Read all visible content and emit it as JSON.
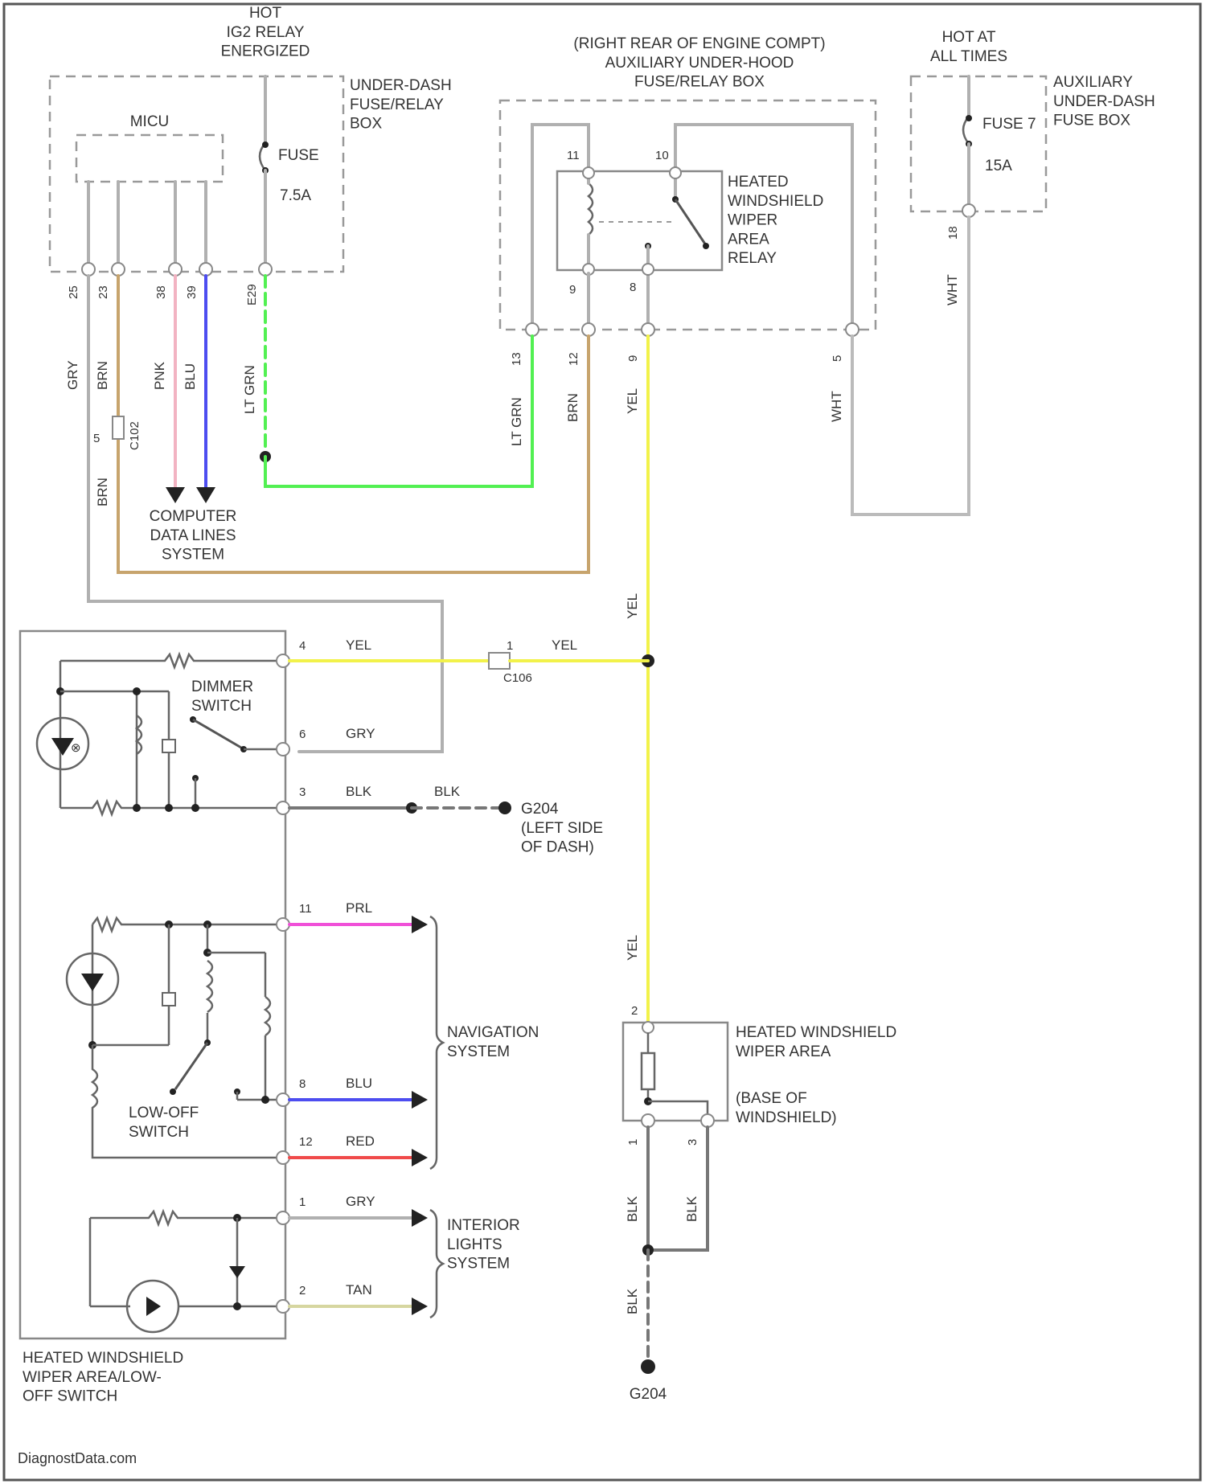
{
  "labels": {
    "hot_ig2": "HOT\nIG2 RELAY\nENERGIZED",
    "under_dash_box": "UNDER-DASH\nFUSE/RELAY\nBOX",
    "micu": "MICU",
    "fuse_a_name": "FUSE",
    "fuse_a_rating": "7.5A",
    "aux_hood_box": "(RIGHT REAR OF ENGINE COMPT)\nAUXILIARY UNDER-HOOD\nFUSE/RELAY BOX",
    "relay_name": "HEATED\nWINDSHIELD\nWIPER\nAREA\nRELAY",
    "hot_all_times": "HOT AT\nALL TIMES",
    "aux_dash_box": "AUXILIARY\nUNDER-DASH\nFUSE BOX",
    "fuse_b_name": "FUSE 7",
    "fuse_b_rating": "15A",
    "computer_data": "COMPUTER\nDATA LINES\nSYSTEM",
    "dimmer_switch": "DIMMER\nSWITCH",
    "ground_g204_desc": "G204\n(LEFT SIDE\nOF DASH)",
    "navigation": "NAVIGATION\nSYSTEM",
    "low_off_switch": "LOW-OFF\nSWITCH",
    "interior_lights": "INTERIOR\nLIGHTS\nSYSTEM",
    "switch_name": "HEATED WINDSHIELD\nWIPER AREA/LOW-\nOFF SWITCH",
    "heater_name": "HEATED WINDSHIELD\nWIPER AREA",
    "heater_location": "(BASE OF\nWINDSHIELD)",
    "ground_g204": "G204",
    "connector_c102": "C102",
    "connector_c106": "C106",
    "watermark": "DiagnostData.com"
  },
  "wire_labels": {
    "gry": "GRY",
    "brn": "BRN",
    "pnk": "PNK",
    "blu": "BLU",
    "lt_grn": "LT GRN",
    "yel": "YEL",
    "wht": "WHT",
    "blk": "BLK",
    "prl": "PRL",
    "red": "RED",
    "tan": "TAN"
  },
  "pins": {
    "micu_1": "25",
    "micu_2": "23",
    "micu_3": "38",
    "micu_4": "39",
    "fuse_out": "E29",
    "relay_1": "11",
    "relay_2": "10",
    "relay_3": "9",
    "relay_4": "8",
    "box_1": "13",
    "box_2": "12",
    "box_3": "9",
    "box_4": "5",
    "aux_out": "18",
    "c102": "5",
    "sw_4": "4",
    "sw_6": "6",
    "sw_3": "3",
    "sw_11": "11",
    "sw_8": "8",
    "sw_12": "12",
    "sw_1": "1",
    "sw_2": "2",
    "c106": "1",
    "heater_2": "2",
    "heater_1": "1",
    "heater_3": "3"
  },
  "colors": {
    "yel": "#f2f24a",
    "lt_grn": "#52f052",
    "brn": "#c7a46d",
    "pnk": "#f2b3c2",
    "blu": "#4d4df0",
    "prl": "#f050d8",
    "red": "#f04a4a",
    "tan": "#d6d6a0",
    "wht": "#bbbbbb",
    "gry": "#c0c0c0",
    "blk": "#888888"
  }
}
